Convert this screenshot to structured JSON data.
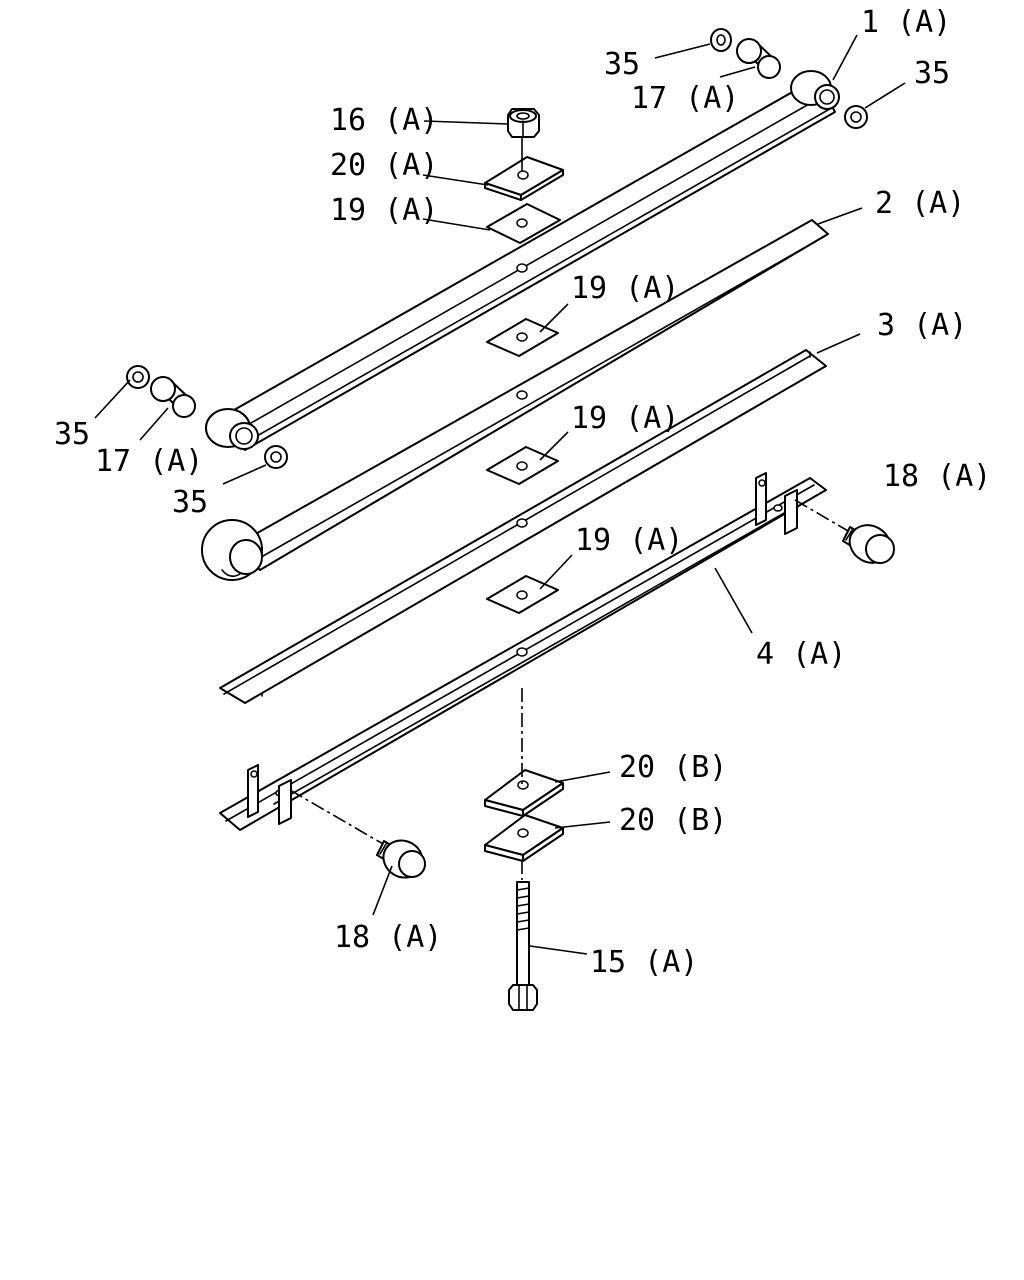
{
  "labels": {
    "p1_a": "1 (A)",
    "p2_a": "2 (A)",
    "p3_a": "3 (A)",
    "p4_a": "4 (A)",
    "p15_a": "15 (A)",
    "p16_a": "16 (A)",
    "p17_a_top": "17 (A)",
    "p17_a_left": "17 (A)",
    "p18_a_right": "18 (A)",
    "p18_a_bottom": "18 (A)",
    "p19_a_top": "19 (A)",
    "p19_a_2": "19 (A)",
    "p19_a_3": "19 (A)",
    "p19_a_4": "19 (A)",
    "p20_a": "20 (A)",
    "p20_b_1": "20 (B)",
    "p20_b_2": "20 (B)",
    "p35_top": "35",
    "p35_right": "35",
    "p35_left": "35",
    "p35_bottom": "35"
  },
  "colors": {
    "line": "#000000",
    "background": "#ffffff"
  }
}
